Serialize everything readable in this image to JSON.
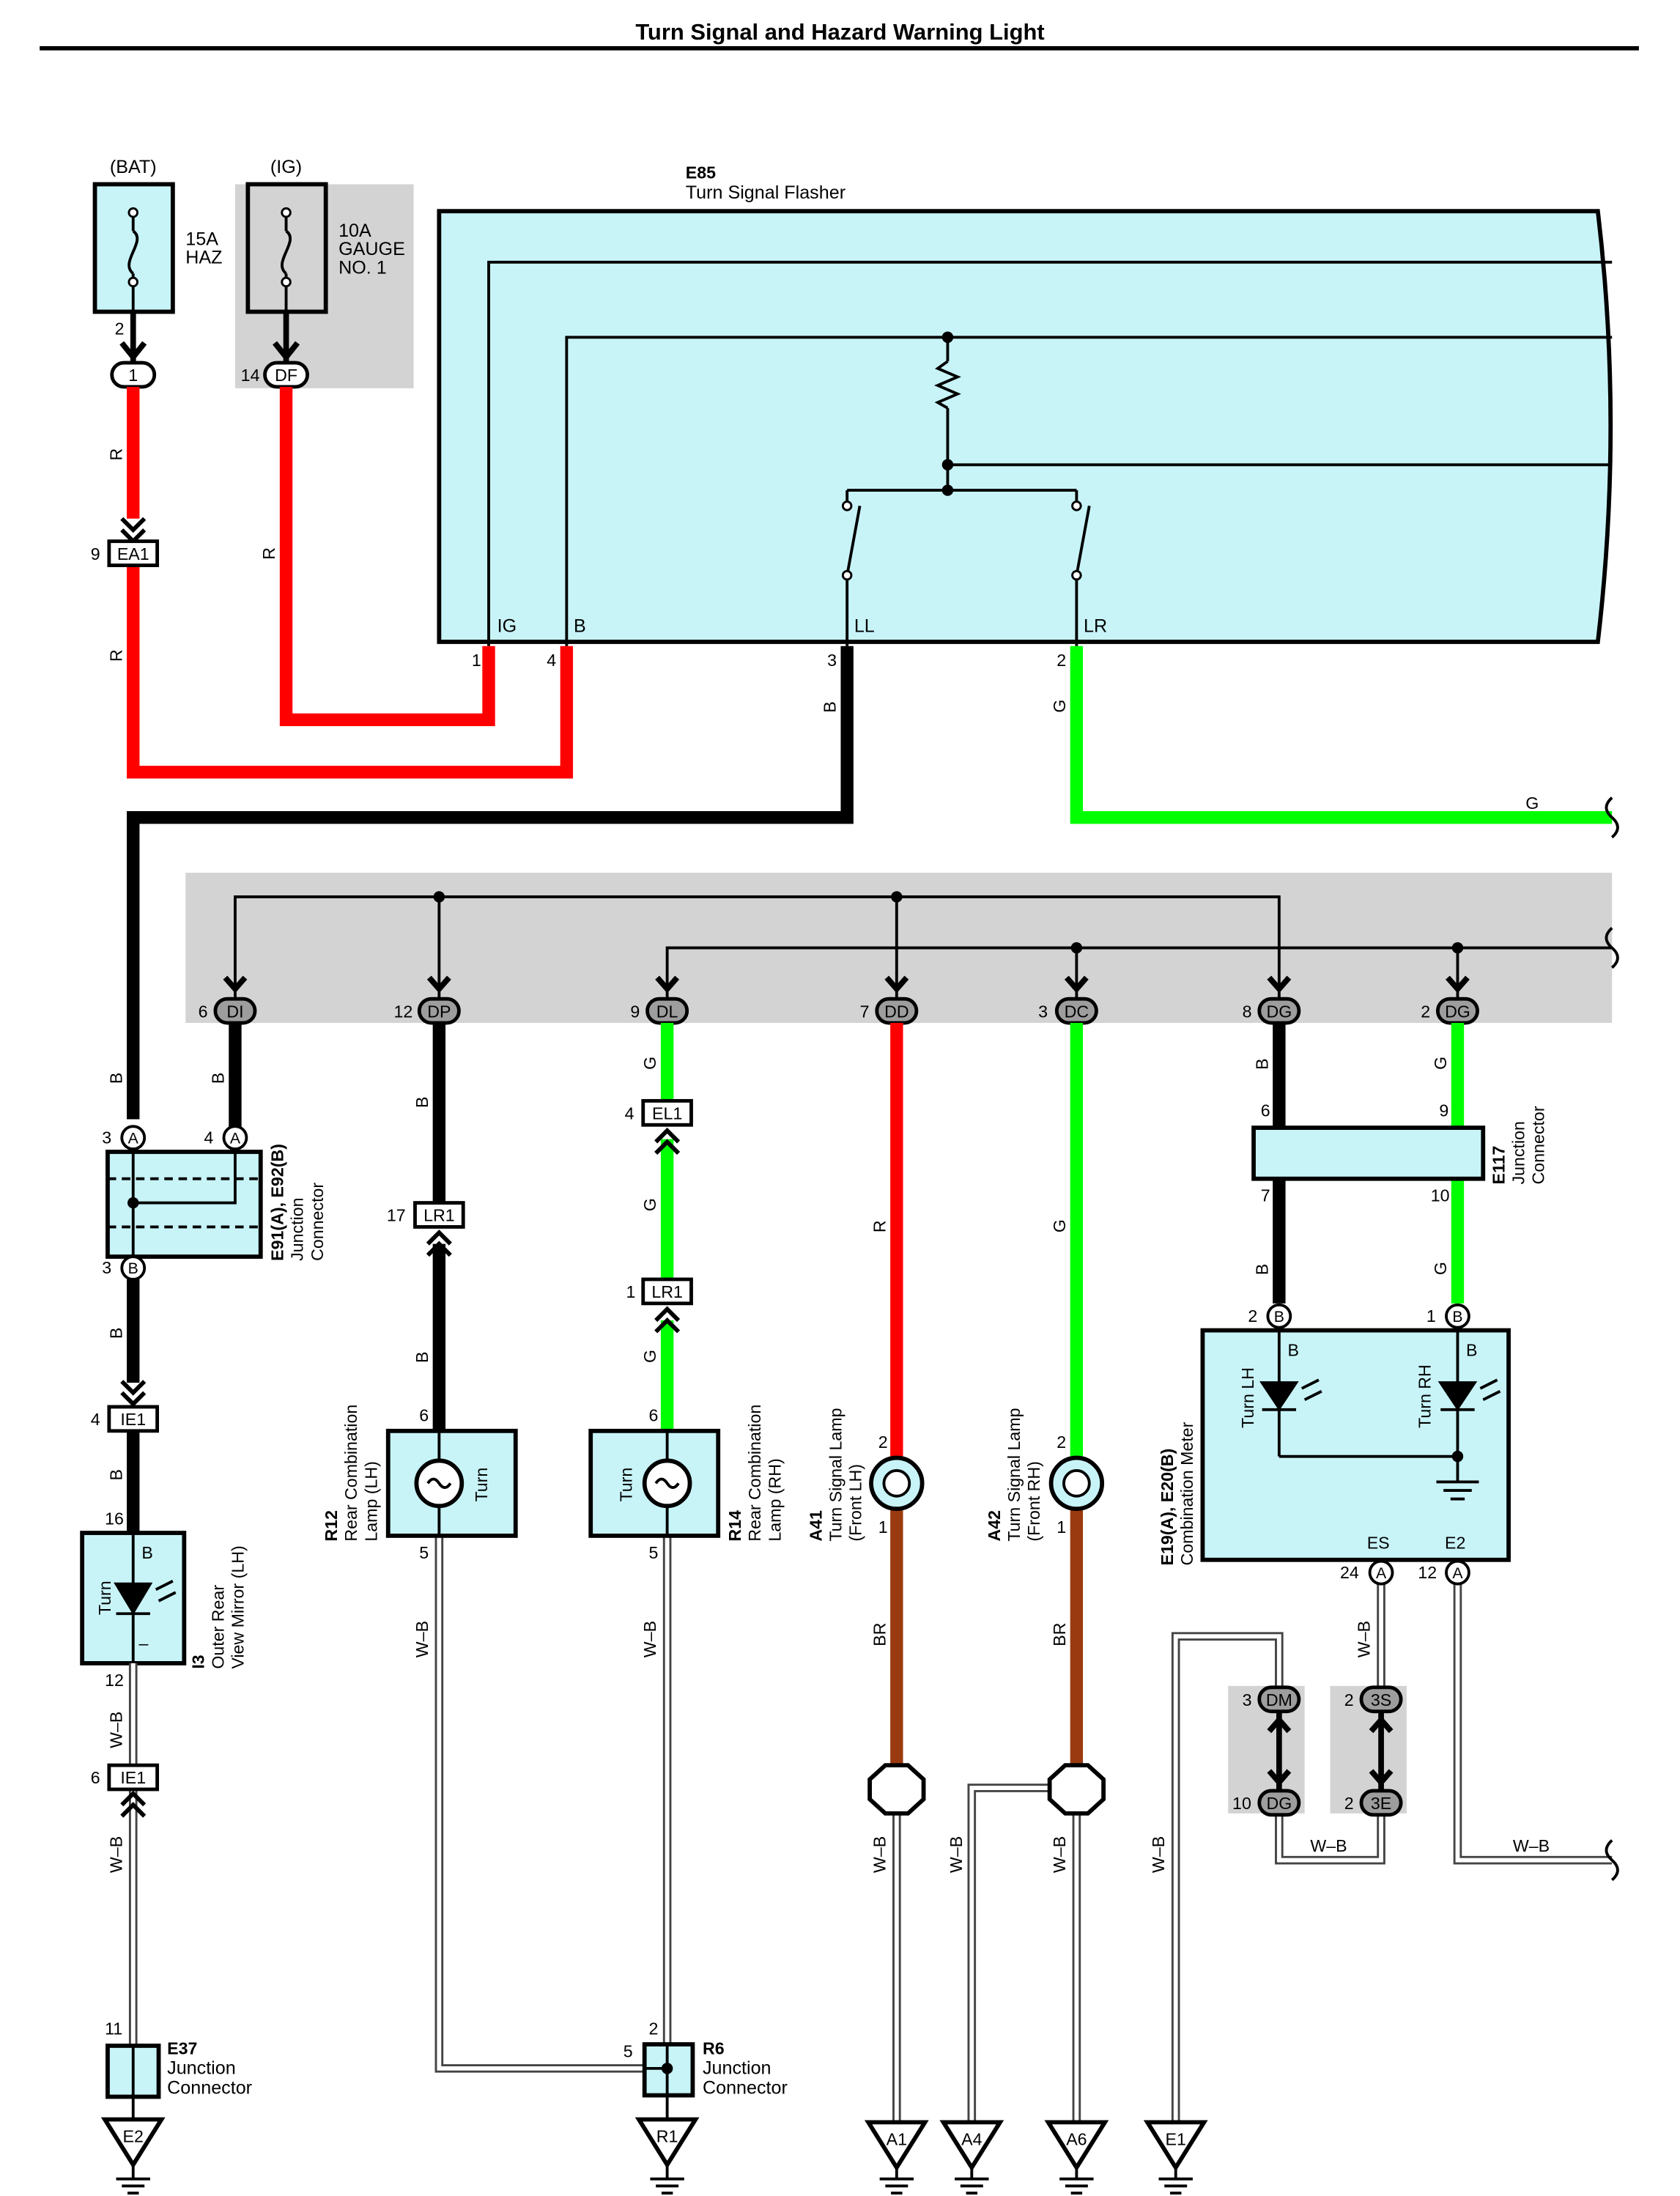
{
  "title": "Turn Signal and Hazard Warning Light",
  "colors": {
    "component_fill": "#c8f4f8",
    "shade": "#d3d3d3",
    "wire_red": "#ff0000",
    "wire_green": "#00ff00",
    "wire_black": "#000000",
    "wire_brown": "#9a3a10",
    "wire_wb_outline": "#555555"
  },
  "fuses": {
    "bat": {
      "source": "(BAT)",
      "line1": "15A",
      "line2": "HAZ",
      "pin": "2",
      "conn": "1"
    },
    "ig": {
      "source": "(IG)",
      "line1": "10A",
      "line2": "GAUGE",
      "line3": "NO. 1",
      "pin": "14",
      "conn": "DF"
    }
  },
  "flasher": {
    "id": "E85",
    "name": "Turn Signal Flasher",
    "terminals": [
      {
        "label": "IG",
        "pin": "1"
      },
      {
        "label": "B",
        "pin": "4"
      },
      {
        "label": "LL",
        "pin": "3"
      },
      {
        "label": "LR",
        "pin": "2"
      }
    ]
  },
  "connectors": {
    "ea1": {
      "pin": "9",
      "id": "EA1"
    },
    "el1": {
      "pin": "4",
      "id": "EL1"
    },
    "lr1_left": {
      "pin": "17",
      "id": "LR1"
    },
    "lr1_right": {
      "pin": "1",
      "id": "LR1"
    },
    "ie1_top": {
      "pin": "4",
      "id": "IE1"
    },
    "ie1_bottom": {
      "pin": "6",
      "id": "IE1"
    },
    "dm": {
      "pin": "3",
      "id": "DM"
    },
    "dg10": {
      "pin": "10",
      "id": "DG"
    },
    "s3": {
      "pin": "2",
      "id": "3S"
    },
    "e3": {
      "pin": "2",
      "id": "3E"
    }
  },
  "junction_row": [
    {
      "pin": "6",
      "id": "DI"
    },
    {
      "pin": "12",
      "id": "DP"
    },
    {
      "pin": "9",
      "id": "DL"
    },
    {
      "pin": "7",
      "id": "DD"
    },
    {
      "pin": "3",
      "id": "DC"
    },
    {
      "pin": "8",
      "id": "DG"
    },
    {
      "pin": "2",
      "id": "DG"
    }
  ],
  "wire_labels": {
    "r": "R",
    "b": "B",
    "g": "G",
    "br": "BR",
    "wb": "W–B"
  },
  "components": {
    "e91": {
      "pins": {
        "a3": "3",
        "a4": "4",
        "b3": "3",
        "a": "A",
        "b": "B"
      },
      "id": "E91(A), E92(B)",
      "line1": "Junction",
      "line2": "Connector"
    },
    "i3": {
      "pin_top": "16",
      "pin_bottom": "12",
      "label": "Turn",
      "term_b": "B",
      "term_minus": "–",
      "id": "I3",
      "line1": "Outer Rear",
      "line2": "View Mirror (LH)"
    },
    "r12": {
      "pin_top": "6",
      "pin_bottom": "5",
      "label": "Turn",
      "id": "R12",
      "line1": "Rear Combination",
      "line2": "Lamp (LH)"
    },
    "r14": {
      "pin_top": "6",
      "pin_bottom": "5",
      "label": "Turn",
      "id": "R14",
      "line1": "Rear Combination",
      "line2": "Lamp (RH)"
    },
    "a41": {
      "pin_top": "2",
      "pin_bottom": "1",
      "id": "A41",
      "line1": "Turn Signal Lamp",
      "line2": "(Front LH)"
    },
    "a42": {
      "pin_top": "2",
      "pin_bottom": "1",
      "id": "A42",
      "line1": "Turn Signal Lamp",
      "line2": "(Front RH)"
    },
    "e117": {
      "pins": {
        "p6": "6",
        "p9": "9",
        "p7": "7",
        "p10": "10"
      },
      "id": "E117",
      "line1": "Junction",
      "line2": "Connector"
    },
    "meter": {
      "id": "E19(A), E20(B)",
      "name": "Combination Meter",
      "turn_lh": "Turn LH",
      "turn_rh": "Turn RH",
      "b_left": "B",
      "b_right": "B",
      "pin_b2": "2",
      "pin_b1": "1",
      "es_label": "ES",
      "e2_label": "E2",
      "pin_a24": "24",
      "pin_a12": "12",
      "conn_a": "A",
      "conn_b": "B"
    },
    "e37": {
      "pin": "11",
      "id": "E37",
      "line1": "Junction",
      "line2": "Connector"
    },
    "r6": {
      "pin_top": "2",
      "pin_left": "5",
      "id": "R6",
      "line1": "Junction",
      "line2": "Connector"
    }
  },
  "grounds": [
    "E2",
    "R1",
    "A1",
    "A4",
    "A6",
    "E1"
  ]
}
